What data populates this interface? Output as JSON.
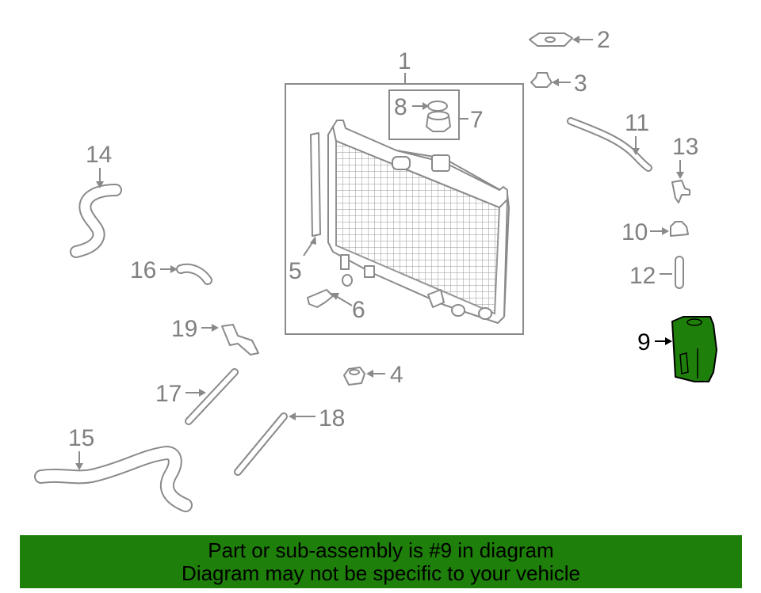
{
  "callouts": [
    "1",
    "2",
    "3",
    "4",
    "5",
    "6",
    "7",
    "8",
    "9",
    "10",
    "11",
    "12",
    "13",
    "14",
    "15",
    "16",
    "17",
    "18",
    "19"
  ],
  "highlighted_callout": "9",
  "banner": {
    "line1": "Part or sub-assembly is #9 in diagram",
    "line2": "Diagram may not be specific to your vehicle"
  },
  "colors": {
    "banner_bg": "#1e7f0a",
    "highlight_part": "#1e7f0a",
    "linework": "#8a8a8a",
    "callout_text": "#808080"
  }
}
